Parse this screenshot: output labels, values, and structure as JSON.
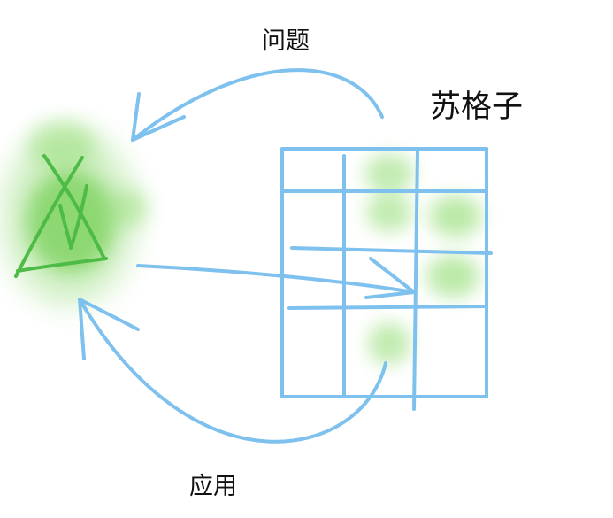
{
  "labels": {
    "question": "问题",
    "socratic": "苏格子",
    "application": "应用"
  },
  "colors": {
    "stroke_blue": "#7fc1ee",
    "green_fill": "#7cd35a",
    "green_line": "#4dbb45",
    "text": "#111111"
  },
  "grid": {
    "rows": 4,
    "cols": 3,
    "shaded_cells": [
      "r1c2",
      "r2c2",
      "r2c3",
      "r3c3",
      "r4c2"
    ]
  }
}
